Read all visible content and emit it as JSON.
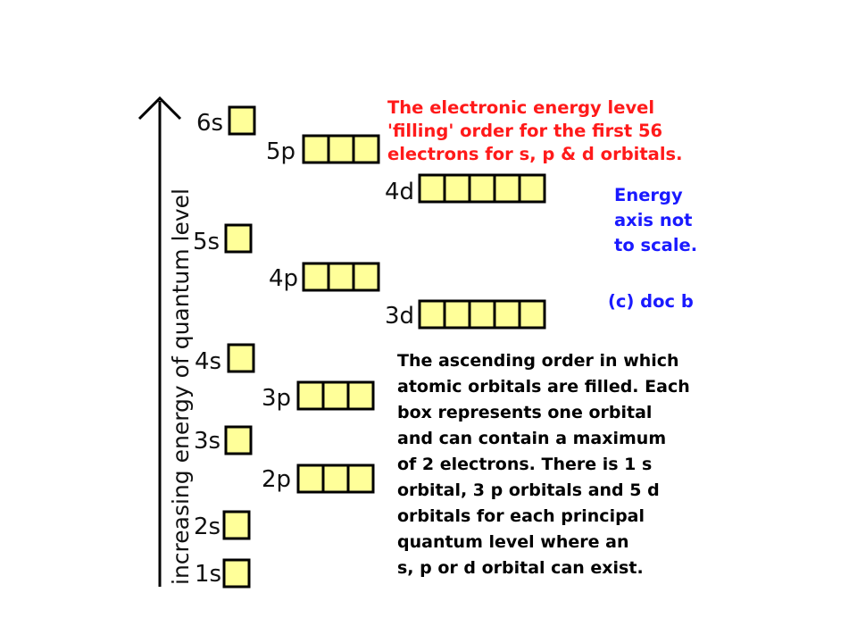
{
  "axis": {
    "label": "increasing energy of quantum level"
  },
  "levels": [
    {
      "label": "6s",
      "boxes": 1
    },
    {
      "label": "5p",
      "boxes": 3
    },
    {
      "label": "4d",
      "boxes": 5
    },
    {
      "label": "5s",
      "boxes": 1
    },
    {
      "label": "4p",
      "boxes": 3
    },
    {
      "label": "3d",
      "boxes": 5
    },
    {
      "label": "4s",
      "boxes": 1
    },
    {
      "label": "3p",
      "boxes": 3
    },
    {
      "label": "3s",
      "boxes": 1
    },
    {
      "label": "2p",
      "boxes": 3
    },
    {
      "label": "2s",
      "boxes": 1
    },
    {
      "label": "1s",
      "boxes": 1
    }
  ],
  "notes": {
    "title": {
      "color": "#ff1a1a",
      "lines": [
        "The electronic energy level",
        "'filling' order for the first 56",
        "electrons for s, p & d orbitals."
      ]
    },
    "scale": {
      "color": "#1a1aff",
      "lines": [
        "Energy",
        "axis not",
        "to scale."
      ]
    },
    "credit": {
      "color": "#1a1aff",
      "text": "(c) doc b"
    },
    "description": {
      "color": "#000000",
      "lines": [
        "The ascending order in which",
        "atomic orbitals are filled. Each",
        "box represents one orbital",
        "and can contain a maximum",
        "of 2 electrons. There is 1 s",
        "orbital, 3 p orbitals and 5 d",
        "orbitals for each principal",
        "quantum level where  an",
        "s, p or d orbital can exist."
      ]
    }
  },
  "colors": {
    "orbital_box": "#ffff99",
    "stroke": "#000000"
  }
}
